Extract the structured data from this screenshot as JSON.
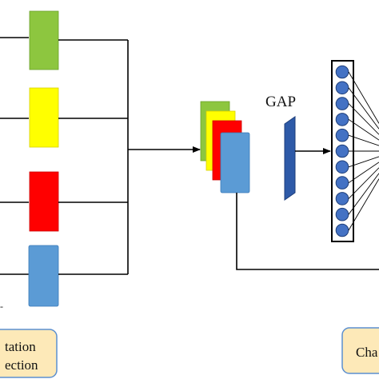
{
  "labels": {
    "gap": "GAP",
    "left_box_line1": "tation",
    "left_box_line2": "ection",
    "right_box": "Cha",
    "stray_mark": "-"
  },
  "colors": {
    "green": "#8dc63f",
    "yellow": "#ffff00",
    "red": "#ff0000",
    "blue": "#5b9bd5",
    "gap_bar": "#2e5aa8",
    "node_fill": "#4472c4",
    "node_stroke": "#1f3f7a",
    "box_fill": "#fde9b8",
    "box_stroke": "#5b8fd0",
    "line": "#000000"
  },
  "fc_node_count": 11
}
